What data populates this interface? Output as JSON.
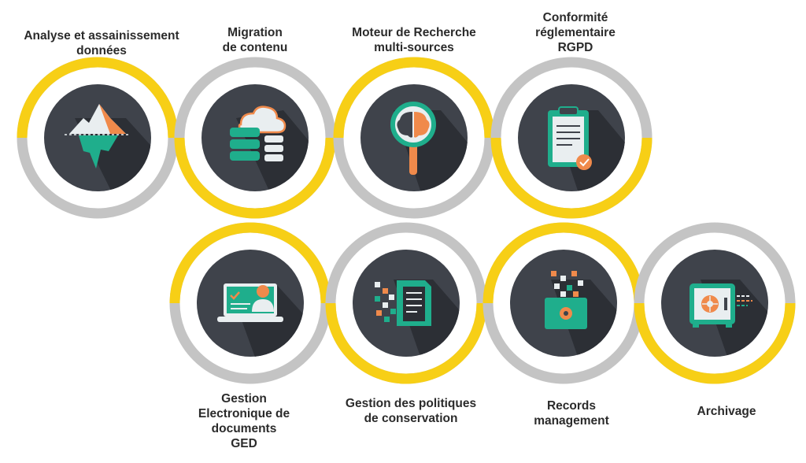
{
  "colors": {
    "yellow": "#F7CF16",
    "grey": "#C4C4C4",
    "disc": "#3F434B",
    "shadow": "#2C2F35",
    "teal": "#1FAE8C",
    "orange": "#F08A4B",
    "light": "#E9EEF0",
    "white": "#FFFFFF"
  },
  "items": [
    {
      "id": "analyse",
      "icon": "iceberg-icon",
      "lines": [
        "Analyse et assainissement",
        "données"
      ]
    },
    {
      "id": "migration",
      "icon": "cloud-database-icon",
      "lines": [
        "Migration",
        "de contenu"
      ]
    },
    {
      "id": "moteur",
      "icon": "magnifier-brain-icon",
      "lines": [
        "Moteur de Recherche",
        "multi-sources"
      ]
    },
    {
      "id": "conformite",
      "icon": "clipboard-badge-icon",
      "lines": [
        "Conformité",
        "réglementaire",
        "RGPD"
      ]
    },
    {
      "id": "ged",
      "icon": "laptop-user-icon",
      "lines": [
        "Gestion",
        "Electronique de",
        "documents",
        "GED"
      ]
    },
    {
      "id": "politiques",
      "icon": "document-pixels-icon",
      "lines": [
        "Gestion des politiques",
        "de conservation"
      ]
    },
    {
      "id": "records",
      "icon": "folder-pixels-icon",
      "lines": [
        "Records",
        "management"
      ]
    },
    {
      "id": "archivage",
      "icon": "safe-icon",
      "lines": [
        "Archivage"
      ]
    }
  ]
}
